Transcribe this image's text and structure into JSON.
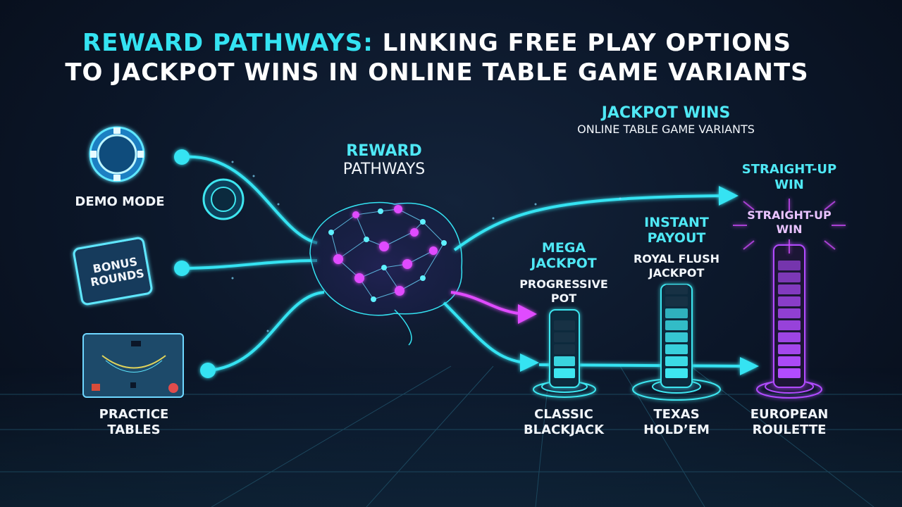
{
  "title": {
    "accent": "REWARD PATHWAYS:",
    "rest": "LINKING FREE PLAY OPTIONS",
    "line2": "TO JACKPOT WINS IN ONLINE TABLE GAME VARIANTS"
  },
  "center": {
    "line1": "REWARD",
    "line2": "PATHWAYS"
  },
  "jackpot_header": {
    "title": "JACKPOT WINS",
    "subtitle": "ONLINE TABLE GAME VARIANTS"
  },
  "sources": [
    {
      "label": "DEMO MODE",
      "icon": "poker-chip-icon"
    },
    {
      "label": "BONUS ROUNDS",
      "icon": "bonus-card-icon"
    },
    {
      "label": "PRACTICE TABLES",
      "icon": "blackjack-table-icon"
    }
  ],
  "games": [
    {
      "name_line1": "CLASSIC",
      "name_line2": "BLACKJACK",
      "jackpot_line1": "MEGA",
      "jackpot_line2": "JACKPOT",
      "prize_line1": "PROGRESSIVE",
      "prize_line2": "POT",
      "color": "#3ee6f0",
      "fill_level": 0.45
    },
    {
      "name_line1": "TEXAS",
      "name_line2": "HOLD’EM",
      "jackpot_line1": "INSTANT",
      "jackpot_line2": "PAYOUT",
      "prize_line1": "ROYAL FLUSH",
      "prize_line2": "JACKPOT",
      "color": "#3ee6f0",
      "fill_level": 0.8
    },
    {
      "name_line1": "EUROPEAN",
      "name_line2": "ROULETTE",
      "jackpot_line1": "STRAIGHT-UP",
      "jackpot_line2": "WIN",
      "prize_line1": "STRAIGHT-UP",
      "prize_line2": "WIN",
      "color": "#b24cff",
      "fill_level": 1.0
    }
  ],
  "colors": {
    "cyan": "#34e3f2",
    "magenta": "#d14cff",
    "background": "#0b1628"
  }
}
